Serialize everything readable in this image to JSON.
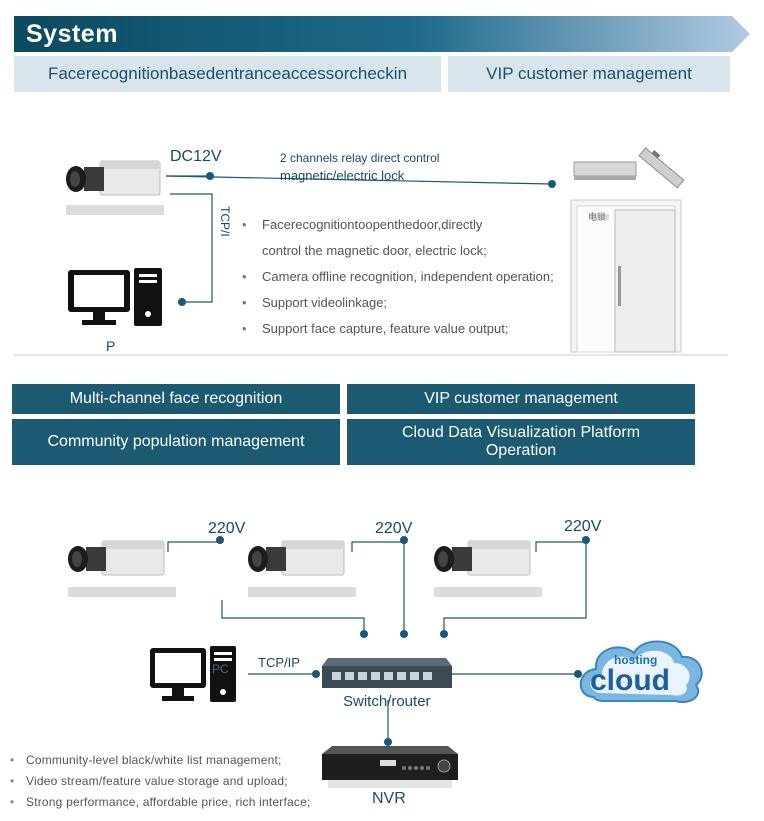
{
  "header": {
    "title": "System",
    "tabs": [
      "Facerecognitionbasedentranceaccessorcheckin",
      "VIP customer management"
    ]
  },
  "access_section": {
    "power_label": "DC12V",
    "relay_line1": "2 channels relay direct control",
    "relay_line2": "magnetic/electric lock",
    "tcpip_label": "TCP/I",
    "pc_label": "P",
    "lock_tag": "电锁",
    "bullets": [
      "Facerecognitiontoopenthedoor,directly",
      "control the magnetic door, electric lock;",
      "Camera offline recognition, independent operation;",
      "Support videolinkage;",
      "Support face capture, feature value output;"
    ]
  },
  "feature_tiles": [
    "Multi-channel face recognition",
    "VIP customer management",
    "Community population management",
    "Cloud Data Visualization Platform Operation"
  ],
  "network_section": {
    "power_labels": [
      "220V",
      "220V",
      "220V"
    ],
    "tcpip_label": "TCP/IP",
    "pc_overlay": "PC",
    "switch_label": "Switch/router",
    "nvr_label": "NVR",
    "cloud_small": "hosting",
    "cloud_big": "cloud",
    "bullets": [
      "Community-level black/white list management;",
      "Video stream/feature value storage and upload;",
      "Strong performance, affordable price, rich interface;"
    ]
  },
  "colors": {
    "banner_dark": "#0e4f64",
    "banner_light": "#a9c4de",
    "tile_bg": "#1c5a72",
    "line_color": "#1b5873"
  }
}
